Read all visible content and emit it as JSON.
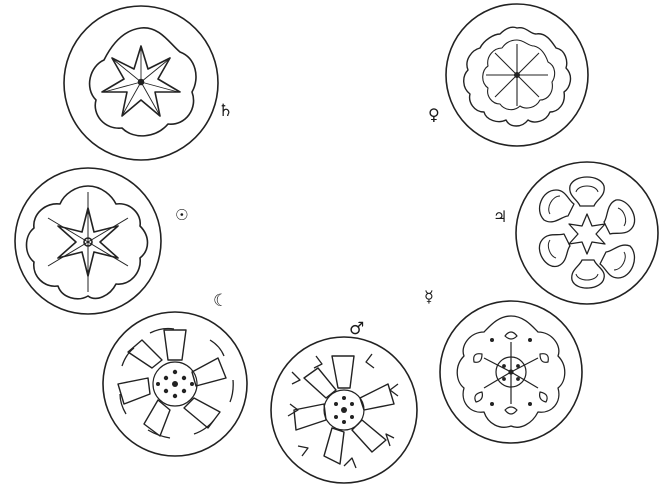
{
  "figure": {
    "ink_color": "#222222",
    "background": "#ffffff",
    "emblems": [
      {
        "id": "saturn",
        "symbol": "♄"
      },
      {
        "id": "sun",
        "symbol": "☉"
      },
      {
        "id": "moon",
        "symbol": "☾"
      },
      {
        "id": "mars",
        "symbol": "♂"
      },
      {
        "id": "mercury",
        "symbol": "☿"
      },
      {
        "id": "jupiter",
        "symbol": "♃"
      },
      {
        "id": "venus",
        "symbol": "♀"
      }
    ]
  }
}
